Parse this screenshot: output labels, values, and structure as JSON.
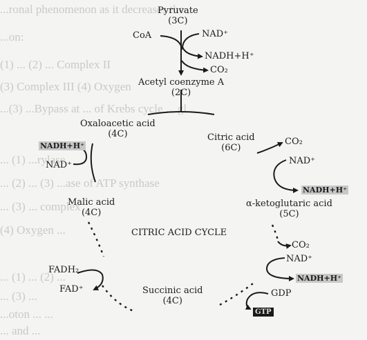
{
  "background_text": [
    "...ronal phenomenon as it decreases the",
    "...on:",
    "(1) ... (2) ... Complex II",
    "(3) Complex III (4) Oxygen",
    "...(3) ...Bypass at ... of Krebs cycle ... gl...",
    "... (1) ...rylase",
    "... (2) ... (3) ...ase of ATP synthase",
    "... (3) ... complex",
    "(4) Oxygen ...",
    "... (1) ... (2) ...",
    "... (3) ...",
    "...oton ... ...",
    "... and ..."
  ],
  "diagram": {
    "pyruvate": {
      "name": "Pyruvate",
      "carbons": "(3C)"
    },
    "coa": "CoA",
    "nad_top": "NAD⁺",
    "nadh_top": "NADH+H⁺",
    "co2_top": "CO₂",
    "acetyl_coa": {
      "name": "Acetyl coenzyme A",
      "carbons": "(2C)"
    },
    "oxaloacetic": {
      "name": "Oxaloacetic acid",
      "carbons": "(4C)"
    },
    "citric": {
      "name": "Citric acid",
      "carbons": "(6C)"
    },
    "co2_citric": "CO₂",
    "nad_citric": "NAD⁺",
    "nadh_citric": "NADH+H⁺",
    "ketoglutaric": {
      "name": "α-ketoglutaric acid",
      "carbons": "(5C)"
    },
    "nadh_oxalo": "NADH+H⁺",
    "nad_oxalo": "NAD⁺",
    "malic": {
      "name": "Malic acid",
      "carbons": "(4C)"
    },
    "cycle_title": "CITRIC ACID CYCLE",
    "co2_keto": "CO₂",
    "nad_keto": "NAD⁺",
    "nadh_keto": "NADH+H⁺",
    "fadh2": "FADH₂",
    "fad": "FAD⁺",
    "succinic": {
      "name": "Succinic acid",
      "carbons": "(4C)"
    },
    "gdp": "GDP",
    "gtp": "GTP"
  }
}
